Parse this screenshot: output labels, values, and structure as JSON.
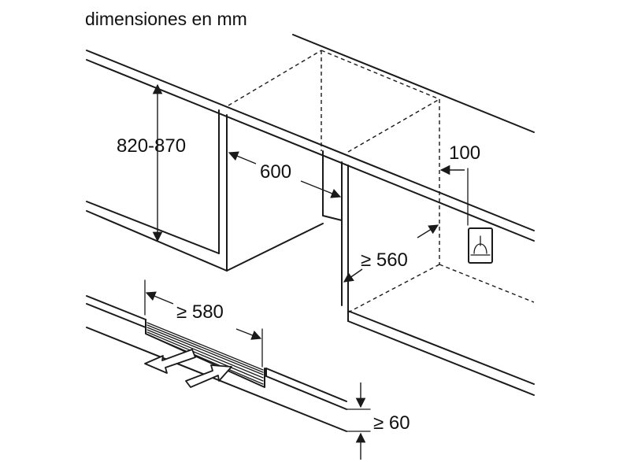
{
  "title": "dimensiones en mm",
  "dimensions": {
    "height": "820-870",
    "depth": "600",
    "socket_offset": "100",
    "width_niche": "≥ 560",
    "vent_length": "≥ 580",
    "plinth_gap": "≥ 60"
  },
  "colors": {
    "line": "#1a1a1a",
    "background": "#ffffff"
  },
  "icons": [
    "socket-icon",
    "ventilation-arrow-icon"
  ]
}
